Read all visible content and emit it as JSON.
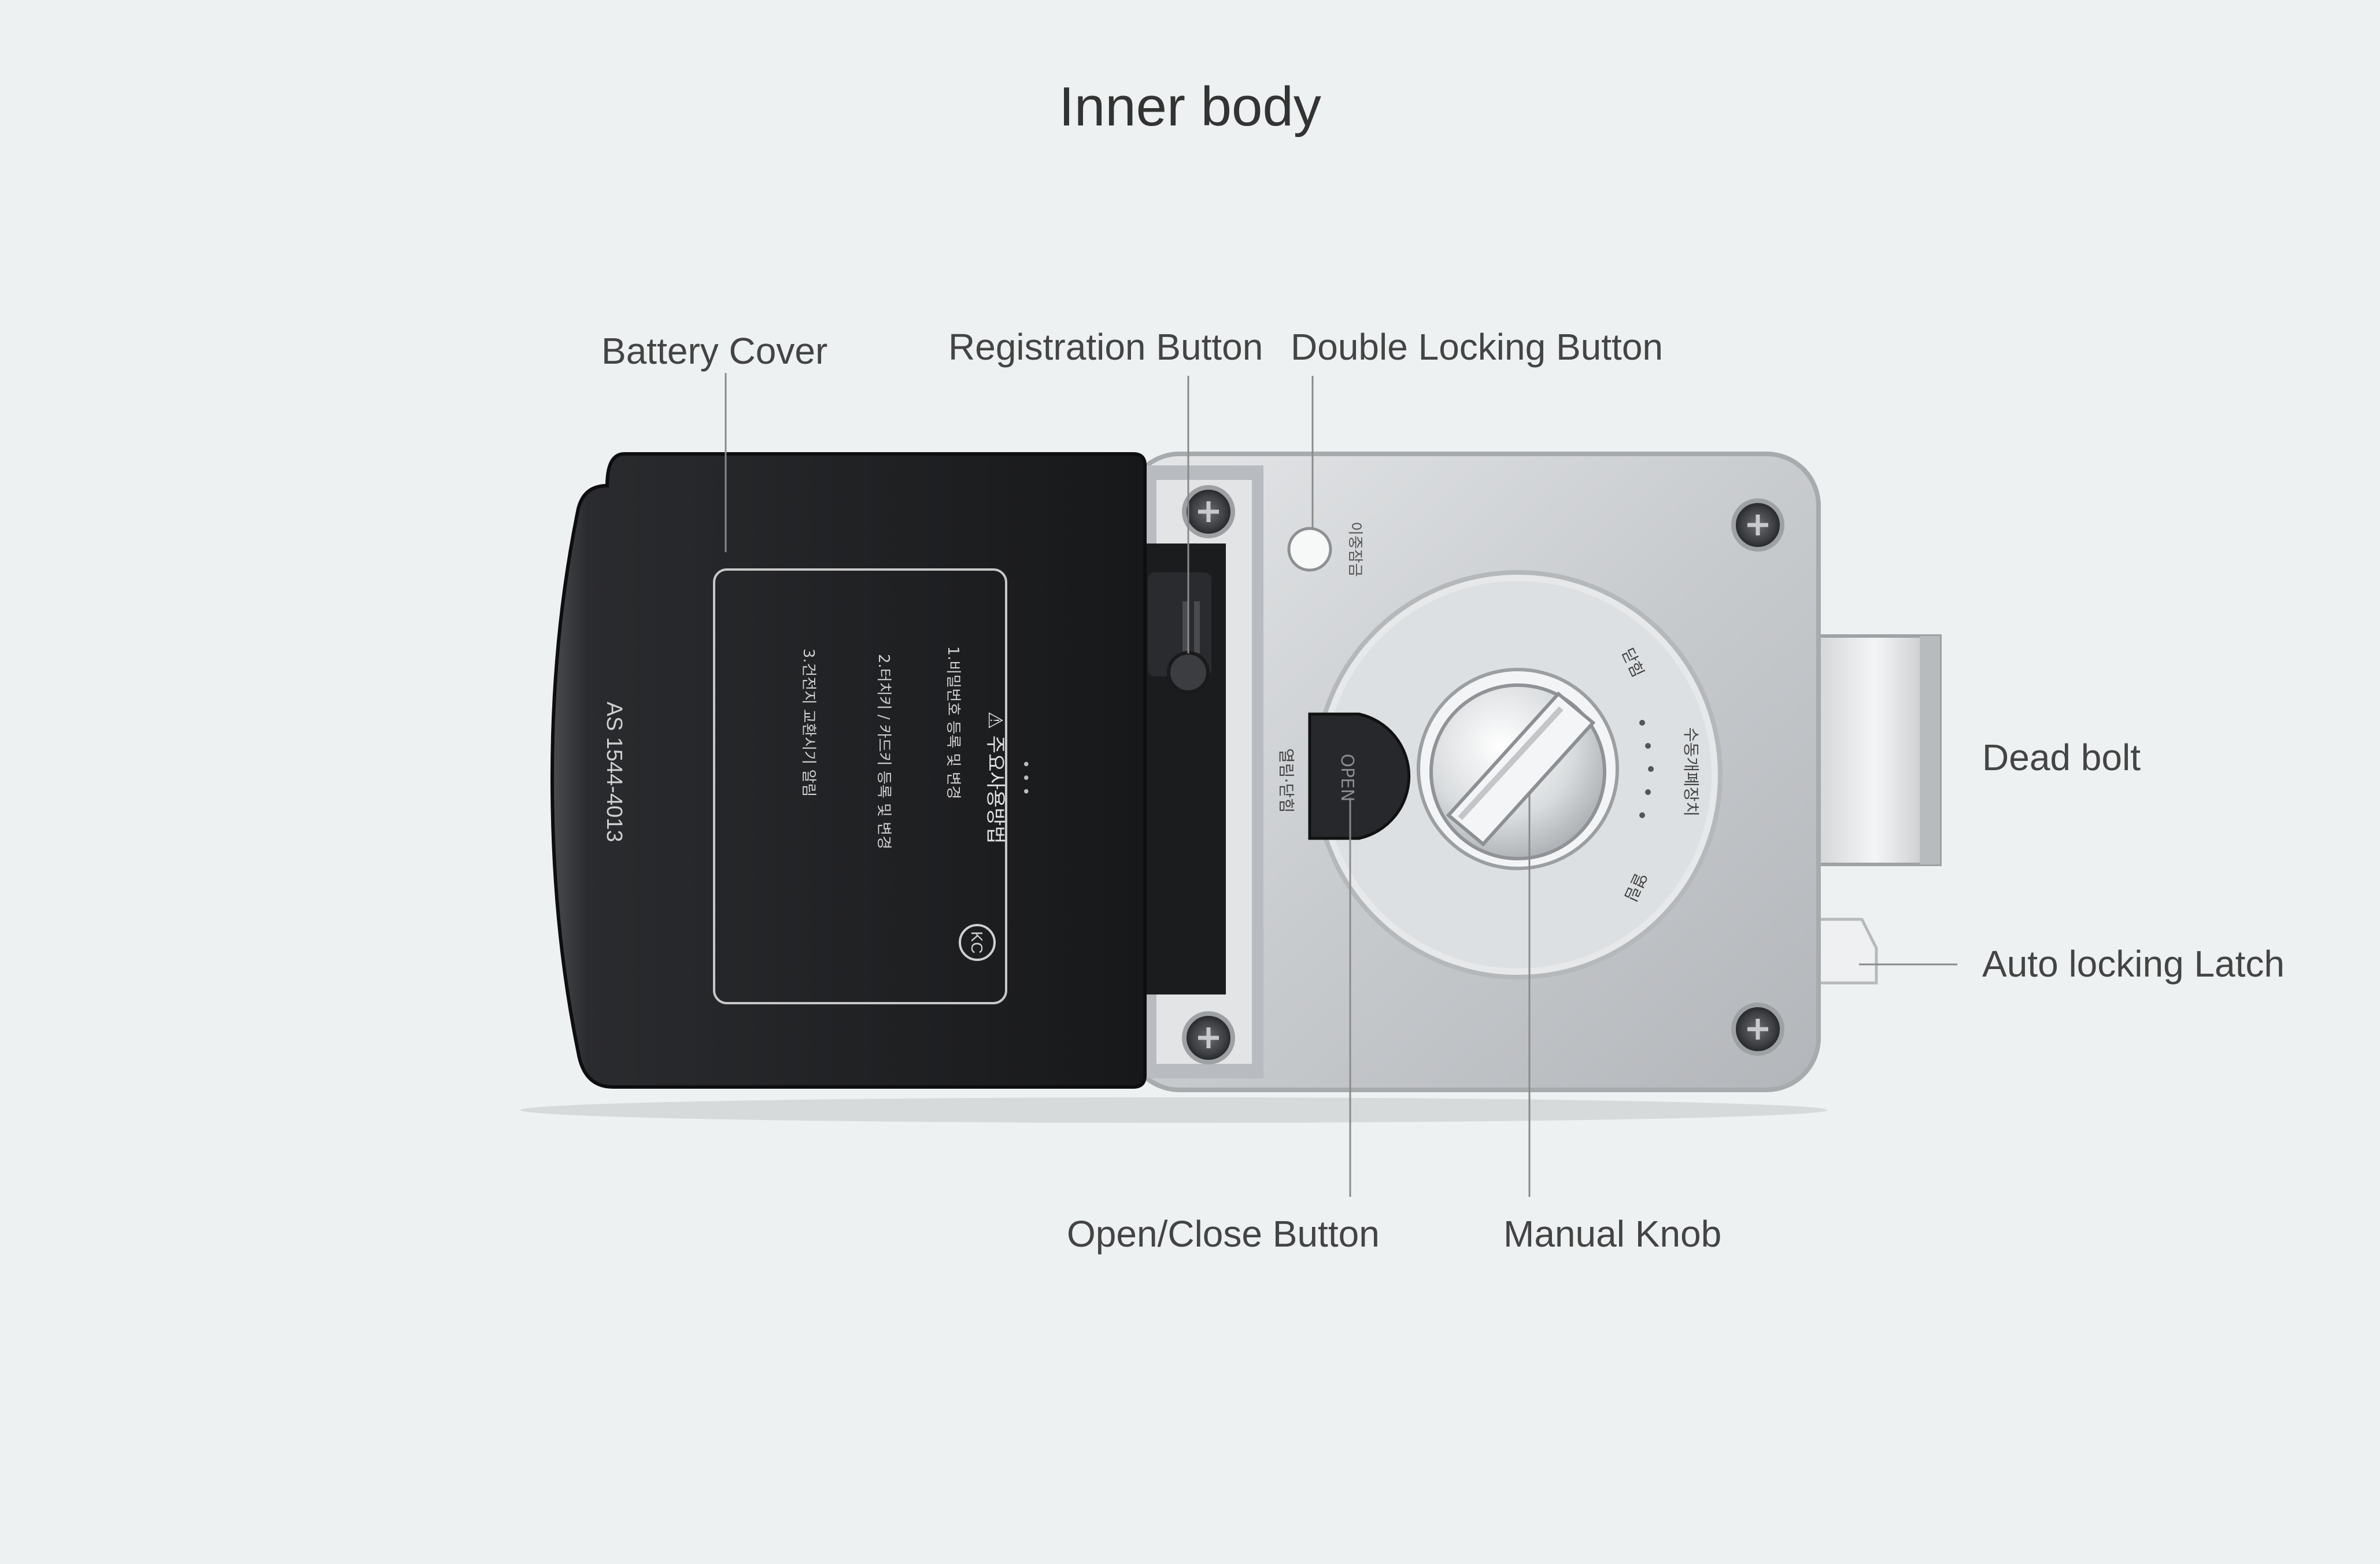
{
  "title": "Inner body",
  "labels": {
    "battery_cover": "Battery Cover",
    "registration_button": "Registration Button",
    "double_locking_button": "Double Locking Button",
    "dead_bolt": "Dead bolt",
    "auto_locking_latch": "Auto locking Latch",
    "open_close_button": "Open/Close Button",
    "manual_knob": "Manual Knob"
  },
  "device_text": {
    "as_number": "AS 1544-4013",
    "notice_title": "⚠ 주요사용방법",
    "notice_line1": "1.비밀번호 등록 및 변경",
    "notice_line2": "2.터치키 / 카드키 등록 및 변경",
    "notice_line3": "3.건전지 교환시기 알림",
    "kc_mark": "KC",
    "double_lock_text": "이중잠금",
    "open_close_text": "열림·닫힘",
    "knob_open": "열림",
    "knob_closed": "닫힘",
    "knob_manual": "수동개폐장치"
  },
  "colors": {
    "background": "#edf1f1",
    "battery_cover": "#1e1f22",
    "metal_body": "#c9cccf",
    "leader_line": "#8a8a8a"
  }
}
